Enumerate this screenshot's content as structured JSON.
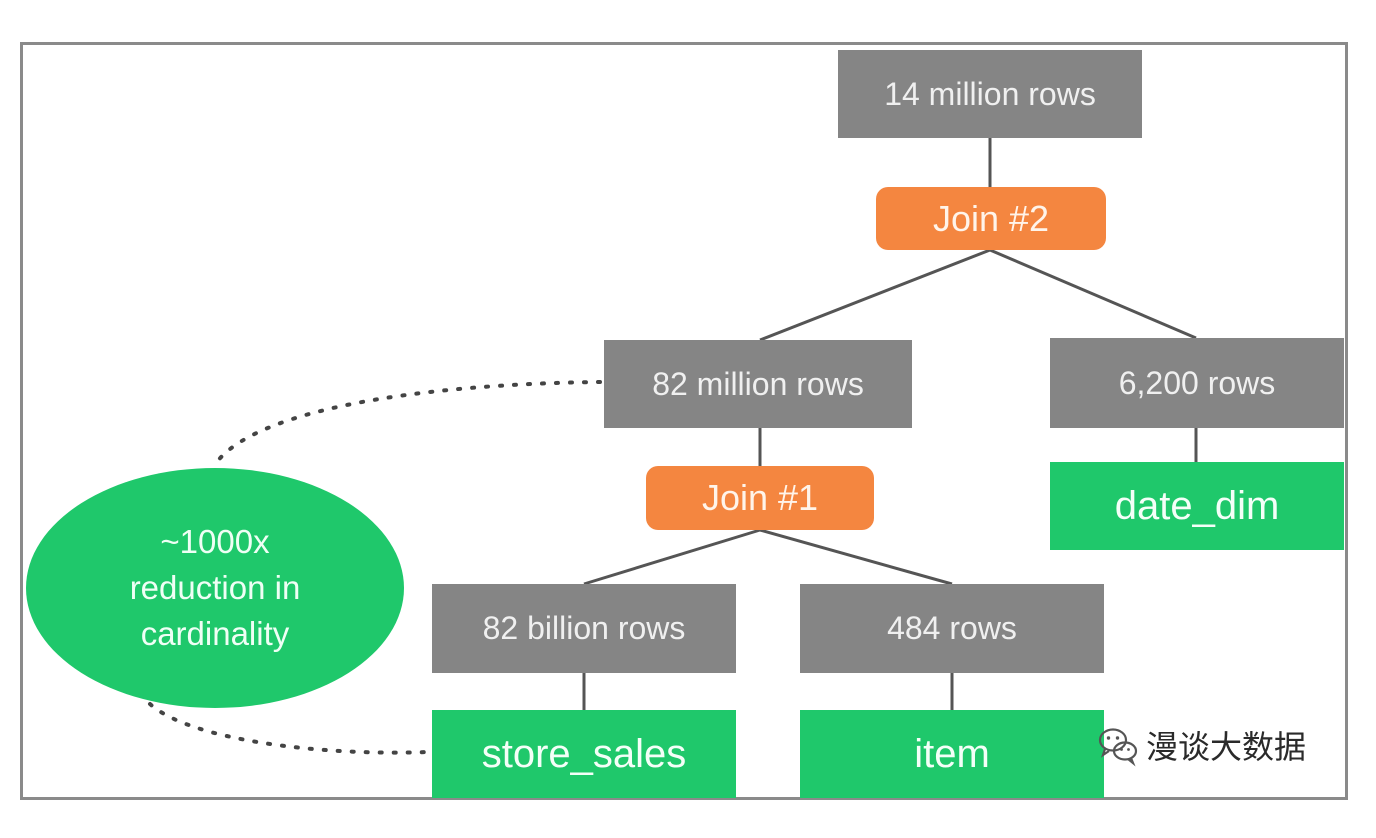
{
  "diagram": {
    "nodes": {
      "top_rows": "14 million rows",
      "join2": "Join #2",
      "mid_rows": "82 million rows",
      "date_rows": "6,200 rows",
      "date_table": "date_dim",
      "join1": "Join #1",
      "sales_rows": "82 billion rows",
      "item_rows": "484 rows",
      "sales_table": "store_sales",
      "item_table": "item"
    },
    "annotation": {
      "line1": "~1000x",
      "line2": "reduction in",
      "line3": "cardinality"
    },
    "colors": {
      "row_box": "#858585",
      "join": "#f48640",
      "table": "#1fc86b",
      "connector": "#555555"
    }
  },
  "watermark": {
    "icon": "wechat-icon",
    "text": "漫谈大数据"
  }
}
